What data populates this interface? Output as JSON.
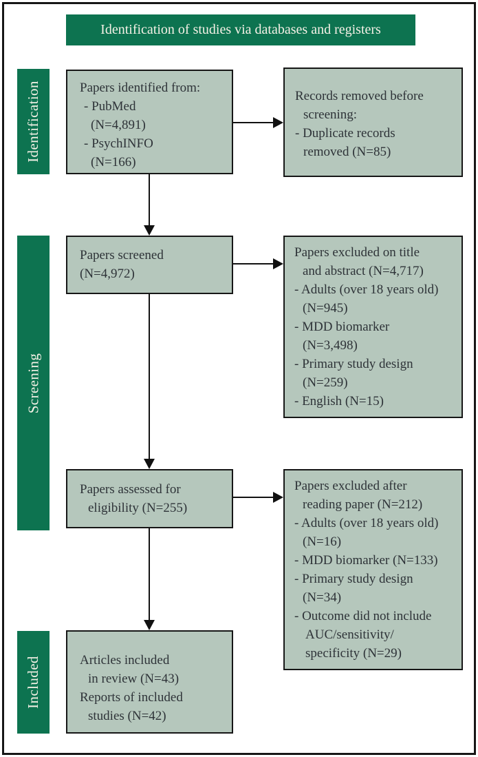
{
  "header": {
    "title": "Identification of studies via databases and registers"
  },
  "stages": [
    {
      "label": "Identification"
    },
    {
      "label": "Screening"
    },
    {
      "label": "Included"
    }
  ],
  "boxes": {
    "identified": {
      "lines": [
        "Papers identified from:",
        "- PubMed",
        "(N=4,891)",
        "- PsychINFO",
        "(N=166)"
      ]
    },
    "removed_before": {
      "lines": [
        "Records removed before",
        "screening:",
        "- Duplicate records",
        "removed (N=85)"
      ]
    },
    "screened": {
      "lines": [
        "Papers screened",
        "(N=4,972)"
      ]
    },
    "excluded_title_abstract": {
      "lines": [
        "Papers excluded on title",
        "and abstract (N=4,717)",
        "- Adults (over 18 years old)",
        "(N=945)",
        "- MDD biomarker",
        "(N=3,498)",
        "- Primary study design",
        "(N=259)",
        "- English (N=15)"
      ]
    },
    "assessed": {
      "lines": [
        "Papers assessed for",
        "eligibility (N=255)"
      ]
    },
    "excluded_after_reading": {
      "lines": [
        "Papers excluded after",
        "reading paper (N=212)",
        "- Adults (over 18 years old)",
        "(N=16)",
        "- MDD biomarker (N=133)",
        "- Primary study design",
        "(N=34)",
        "- Outcome did not include",
        "AUC/sensitivity/",
        "specificity (N=29)"
      ]
    },
    "included": {
      "lines": [
        "Articles included",
        "in review (N=43)",
        "Reports of included",
        "studies (N=42)"
      ]
    }
  },
  "colors": {
    "green": "#0d7350",
    "box_fill": "#b5c7bc",
    "cream": "#f5f1e6",
    "text": "#2e3338"
  }
}
